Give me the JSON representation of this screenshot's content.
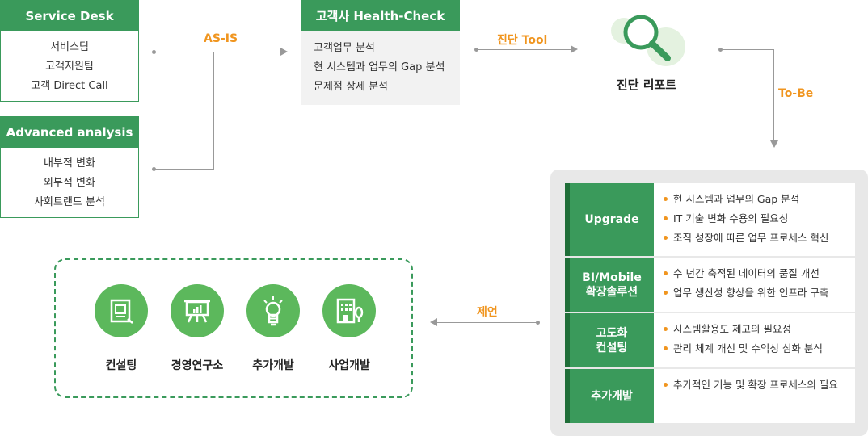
{
  "service_desk": {
    "title": "Service Desk",
    "items": [
      "서비스팀",
      "고객지원팀",
      "고객 Direct Call"
    ]
  },
  "advanced": {
    "title": "Advanced analysis",
    "items": [
      "내부적 변화",
      "외부적 변화",
      "사회트랜드 분석"
    ]
  },
  "health_check": {
    "title": "고객사 Health-Check",
    "items": [
      "고객업무 분석",
      "현 시스템과 업무의 Gap 분석",
      "문제점 상세 분석"
    ]
  },
  "labels": {
    "as_is": "AS-IS",
    "tool": "진단 Tool",
    "to_be": "To-Be",
    "proposal": "제언"
  },
  "report": {
    "title": "진단 리포트",
    "icon": "magnifier-icon"
  },
  "tobe_rows": [
    {
      "label": "Upgrade",
      "items": [
        "현 시스템과 업무의 Gap 분석",
        "IT 기술 변화 수용의 필요성",
        "조직 성장에 따른 업무 프로세스 혁신"
      ]
    },
    {
      "label": "BI/Mobile\n확장솔루션",
      "items": [
        "수 년간 축적된 데이터의 품질 개선",
        "업무 생산성 향상을 위한 인프라 구축"
      ]
    },
    {
      "label": "고도화\n컨설팅",
      "items": [
        "시스템활용도 제고의 필요성",
        "관리 체계 개선 및 수익성 심화 분석"
      ]
    },
    {
      "label": "추가개발",
      "items": [
        "추가적인 기능 및 확장 프로세스의 필요"
      ]
    }
  ],
  "services": [
    {
      "name": "컨설팅",
      "icon": "document-icon"
    },
    {
      "name": "경영연구소",
      "icon": "presentation-board-icon"
    },
    {
      "name": "추가개발",
      "icon": "lightbulb-icon"
    },
    {
      "name": "사업개발",
      "icon": "building-icon"
    }
  ],
  "colors": {
    "green": "#3a9a5b",
    "dark_green": "#1f6e38",
    "orange": "#f0951f",
    "light_green": "#5cb85c",
    "panel_bg": "#e8e8e8"
  }
}
